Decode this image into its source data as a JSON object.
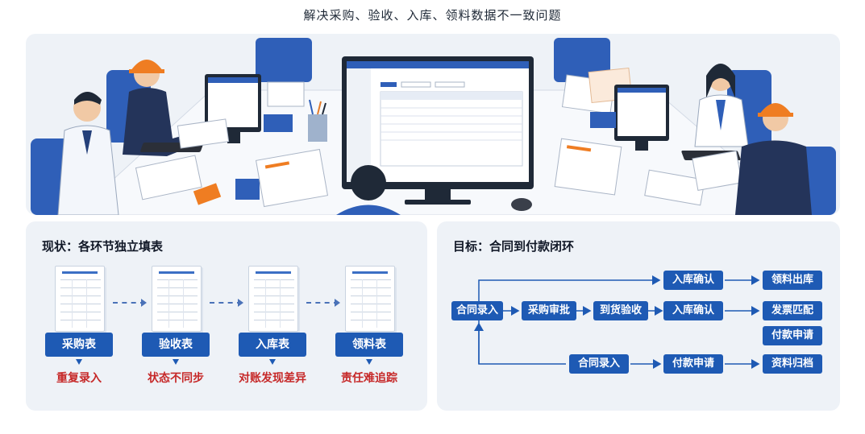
{
  "title": "解决采购、验收、入库、领料数据不一致问题",
  "left_panel": {
    "heading": "现状：各环节独立填表",
    "forms": [
      {
        "label": "采购表",
        "problem": "重复录入"
      },
      {
        "label": "验收表",
        "problem": "状态不同步"
      },
      {
        "label": "入库表",
        "problem": "对账发现差异"
      },
      {
        "label": "领料表",
        "problem": "责任难追踪"
      }
    ]
  },
  "right_panel": {
    "heading": "目标：合同到付款闭环",
    "flow": {
      "top_mid": "入库确认",
      "top_end": "领料出库",
      "main": [
        "合同录入",
        "采购审批",
        "到货验收",
        "入库确认"
      ],
      "main_end": "发票匹配",
      "pay_side": "付款申请",
      "bottom": [
        "合同录入",
        "付款申请",
        "资料归档"
      ]
    }
  },
  "colors": {
    "accent": "#1e5ab4",
    "problem": "#c62828",
    "panel_bg": "#eef2f7"
  }
}
